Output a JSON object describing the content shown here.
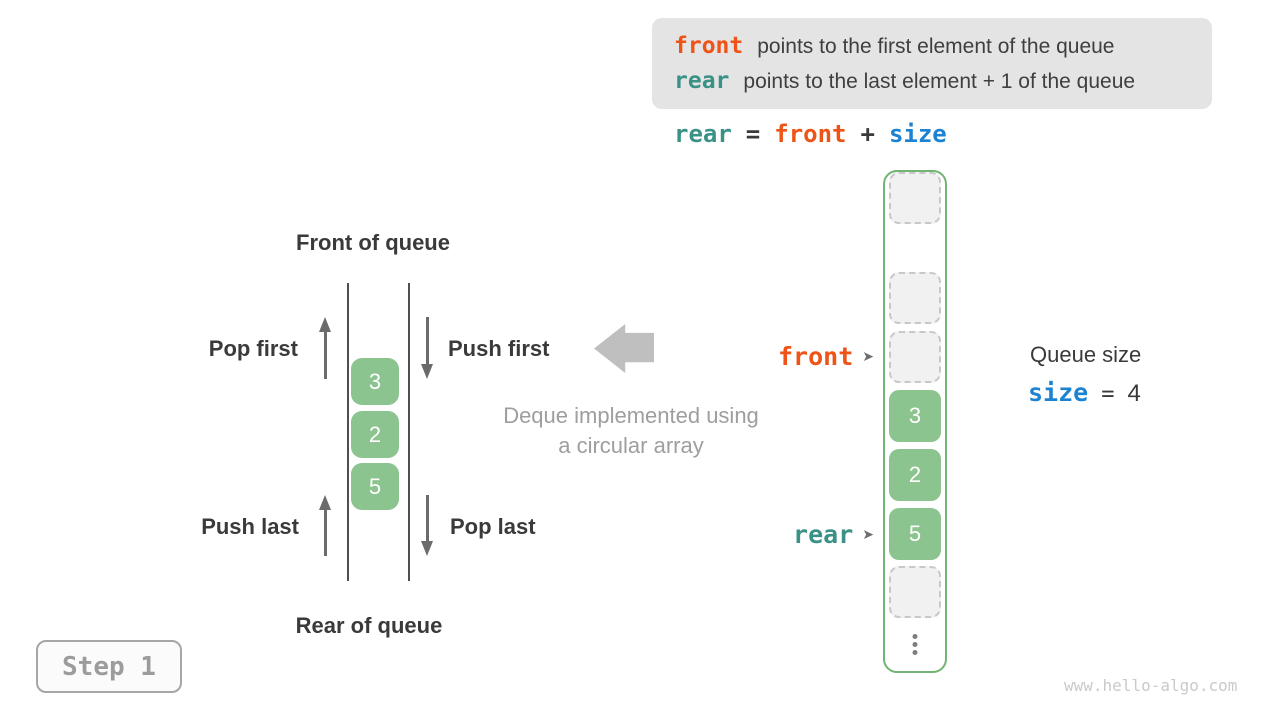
{
  "colors": {
    "orange": "#EE5317",
    "teal": "#3A9287",
    "blue": "#1C82D2",
    "green_fill": "#8BC48E",
    "green_border": "#70B572",
    "dark_text": "#3A3A3A",
    "caption_gray": "#9E9E9E",
    "legend_bg": "#E4E4E4"
  },
  "legend": {
    "lines": [
      {
        "keyword": "front",
        "text": "points to the first element of the queue"
      },
      {
        "keyword": "rear",
        "text": "points to the last element + 1 of the queue"
      }
    ]
  },
  "equation": {
    "tokens": [
      {
        "text": "rear"
      },
      {
        "text": "="
      },
      {
        "text": "front"
      },
      {
        "text": "+"
      },
      {
        "text": "size"
      }
    ]
  },
  "deque": {
    "front_of_queue": "Front of queue",
    "rear_of_queue": "Rear of queue",
    "pop_first": "Pop first",
    "push_first": "Push first",
    "push_last": "Push last",
    "pop_last": "Pop last",
    "values": [
      "3",
      "2",
      "5"
    ]
  },
  "caption": {
    "line1": "Deque implemented using",
    "line2": "a circular array"
  },
  "array": {
    "cells": [
      {
        "type": "empty",
        "value": ""
      },
      {
        "type": "empty",
        "value": ""
      },
      {
        "type": "filled",
        "value": "3"
      },
      {
        "type": "filled",
        "value": "2"
      },
      {
        "type": "filled",
        "value": "5"
      },
      {
        "type": "empty",
        "value": ""
      },
      {
        "type": "empty",
        "value": ""
      }
    ],
    "front_pointer": "front",
    "rear_pointer": "rear",
    "pointer_arrow_icon": "➤"
  },
  "queue_size": {
    "title": "Queue size",
    "var": "size",
    "equals": "=",
    "value": "4"
  },
  "step_button_label": "Step 1",
  "watermark": "www.hello-algo.com"
}
